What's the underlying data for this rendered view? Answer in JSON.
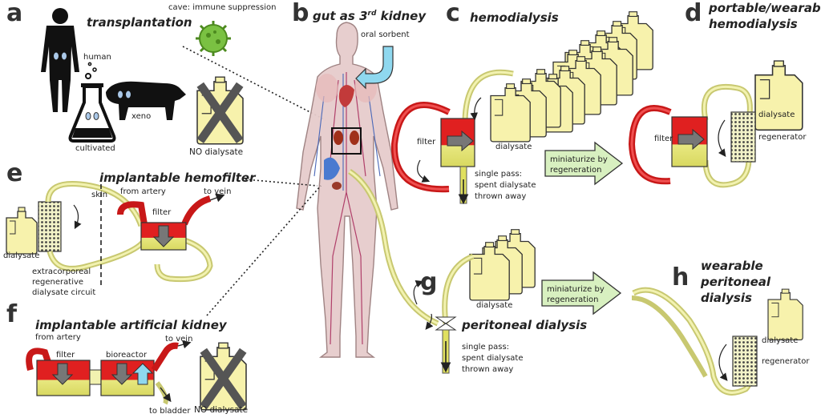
{
  "panels": {
    "a": {
      "letter": "a",
      "title": "transplantation",
      "caveat": "cave: immune suppression",
      "human": "human",
      "cultivated": "cultivated",
      "xeno": "xeno",
      "no_dialysate": "NO dialysate"
    },
    "b": {
      "letter": "b",
      "title": "gut as 3",
      "title_sup": "rd",
      "title_end": " kidney",
      "oral_sorbent": "oral sorbent"
    },
    "c": {
      "letter": "c",
      "title": "hemodialysis",
      "filter": "filter",
      "dialysate": "dialysate",
      "single_pass": [
        "single pass:",
        "spent dialysate",
        "thrown away"
      ],
      "arrow": [
        "miniaturize by",
        "regeneration"
      ]
    },
    "d": {
      "letter": "d",
      "title": [
        "portable/wearable",
        "hemodialysis"
      ],
      "filter": "filter",
      "dialysate": "dialysate",
      "regenerator": "regenerator"
    },
    "e": {
      "letter": "e",
      "title": "implantable hemofilter",
      "skin": "skin",
      "from_artery": "from artery",
      "to_vein": "to vein",
      "filter": "filter",
      "dialysate": "dialysate",
      "circuit": [
        "extracorporeal",
        "regenerative",
        "dialysate circuit"
      ]
    },
    "f": {
      "letter": "f",
      "title": "implantable artificial kidney",
      "from_artery": "from artery",
      "filter": "filter",
      "bioreactor": "bioreactor",
      "to_vein": "to vein",
      "to_bladder": "to bladder",
      "no_dialysate": "NO dialysate"
    },
    "g": {
      "letter": "g",
      "title": "peritoneal dialysis",
      "dialysate": "dialysate",
      "single_pass": [
        "single pass:",
        "spent dialysate",
        "thrown away"
      ],
      "arrow": [
        "miniaturize by",
        "regeneration"
      ]
    },
    "h": {
      "letter": "h",
      "title": [
        "wearable",
        "peritoneal",
        "dialysis"
      ],
      "dialysate": "dialysate",
      "regenerator": "regenerator"
    }
  },
  "colors": {
    "blood_red": "#e02020",
    "dialysate_yellow": "#f5f0a8",
    "tube_yellow": "#e4e46a",
    "arrow_green": "#d8f0c0",
    "sorbent_blue": "#8fd8ef",
    "dark_gray": "#555555",
    "virus_green": "#7ac142"
  }
}
